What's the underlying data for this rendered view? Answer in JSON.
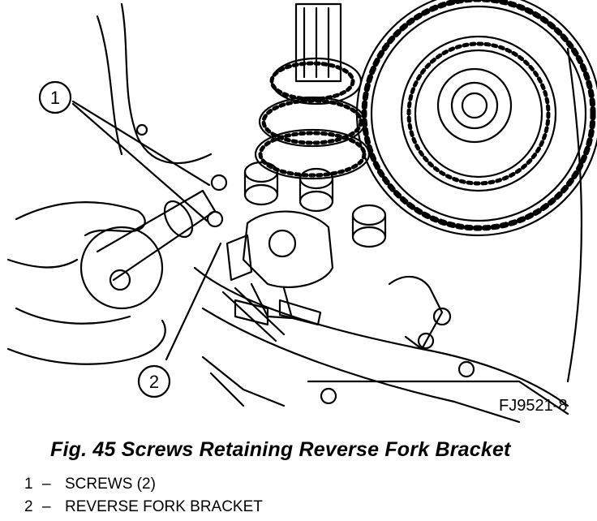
{
  "figure": {
    "code": "FJ9521-8",
    "callouts": [
      "1",
      "2"
    ]
  },
  "caption": "Fig. 45 Screws Retaining Reverse Fork Bracket",
  "legend": [
    {
      "number": "1",
      "dash": "–",
      "label": "SCREWS (2)"
    },
    {
      "number": "2",
      "dash": "–",
      "label": "REVERSE FORK BRACKET"
    }
  ]
}
